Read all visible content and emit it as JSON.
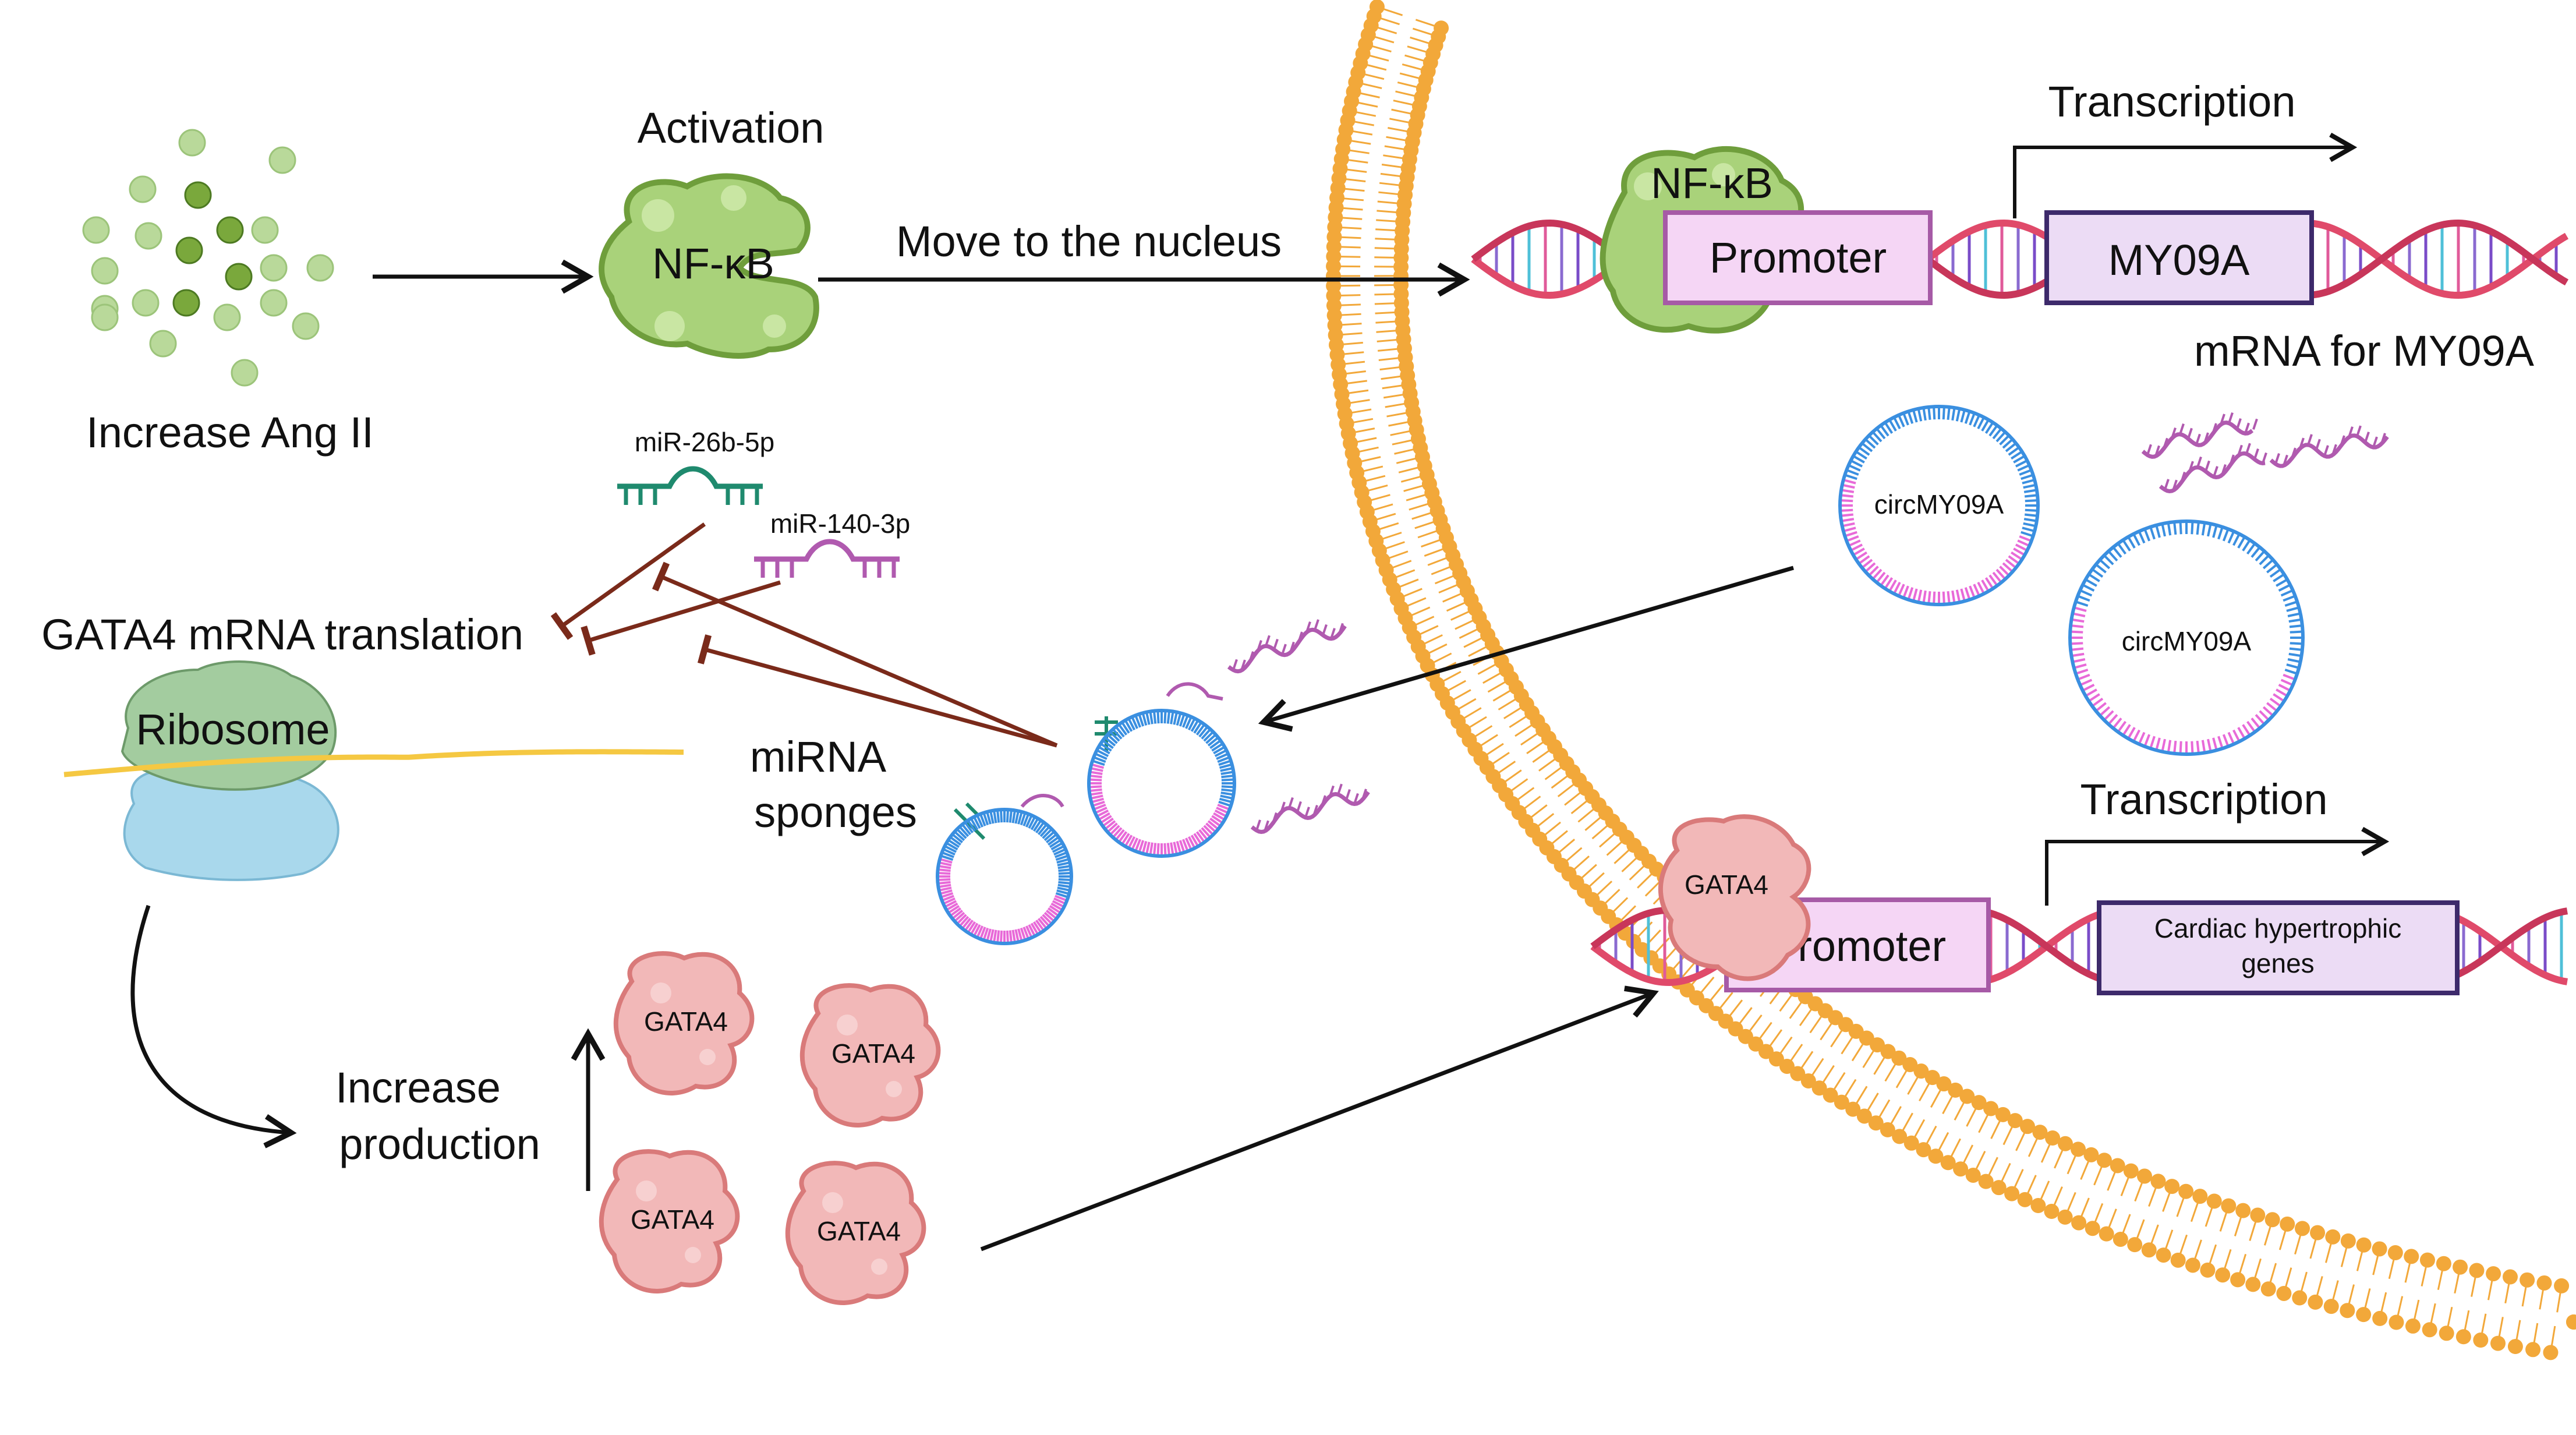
{
  "labels": {
    "increase_ang": "Increase Ang II",
    "activation": "Activation",
    "nfkb": "NF-κB",
    "move_nucleus": "Move to the nucleus",
    "nfkb_nucleus": "NF-κB",
    "promoter_top": "Promoter",
    "gene_top": "MY09A",
    "transcription_top": "Transcription",
    "mrna_myo9a": "mRNA for MY09A",
    "circ1": "circMY09A",
    "circ2": "circMY09A",
    "mir26": "miR-26b-5p",
    "mir140": "miR-140-3p",
    "gata4_translation": "GATA4 mRNA translation",
    "ribosome": "Ribosome",
    "sponges_1": "miRNA",
    "sponges_2": "sponges",
    "increase_1": "Increase",
    "increase_2": "production",
    "gata4_a": "GATA4",
    "gata4_b": "GATA4",
    "gata4_c": "GATA4",
    "gata4_d": "GATA4",
    "gata4_bound": "GATA4",
    "promoter_bottom": "Promoter",
    "gene_bottom_1": "Cardiac hypertrophic",
    "gene_bottom_2": "genes",
    "transcription_bottom": "Transcription"
  },
  "colors": {
    "angii_dark": "#7aa83c",
    "angii_light": "#b9d99a",
    "nfkb_fill": "#a9d27a",
    "nfkb_dark": "#6f9e3c",
    "membrane": "#f2a83a",
    "dna_red": "#e04a6a",
    "promoter_fill": "#f5d6f5",
    "promoter_stroke": "#a65aa6",
    "gene_fill": "#ecdcf5",
    "gene_stroke": "#3d2a6b",
    "circ_blue": "#3a8fe0",
    "circ_pink": "#e86ad8",
    "mir26_color": "#1f8a6e",
    "mir140_color": "#b05aaf",
    "inhibit_color": "#7a2a1a",
    "ribosome_top": "#a3cc9f",
    "ribosome_bottom": "#a9d8ec",
    "mrna_yellow": "#f5c842",
    "gata4_fill": "#f2b8b8",
    "gata4_dark": "#d97a7a"
  }
}
